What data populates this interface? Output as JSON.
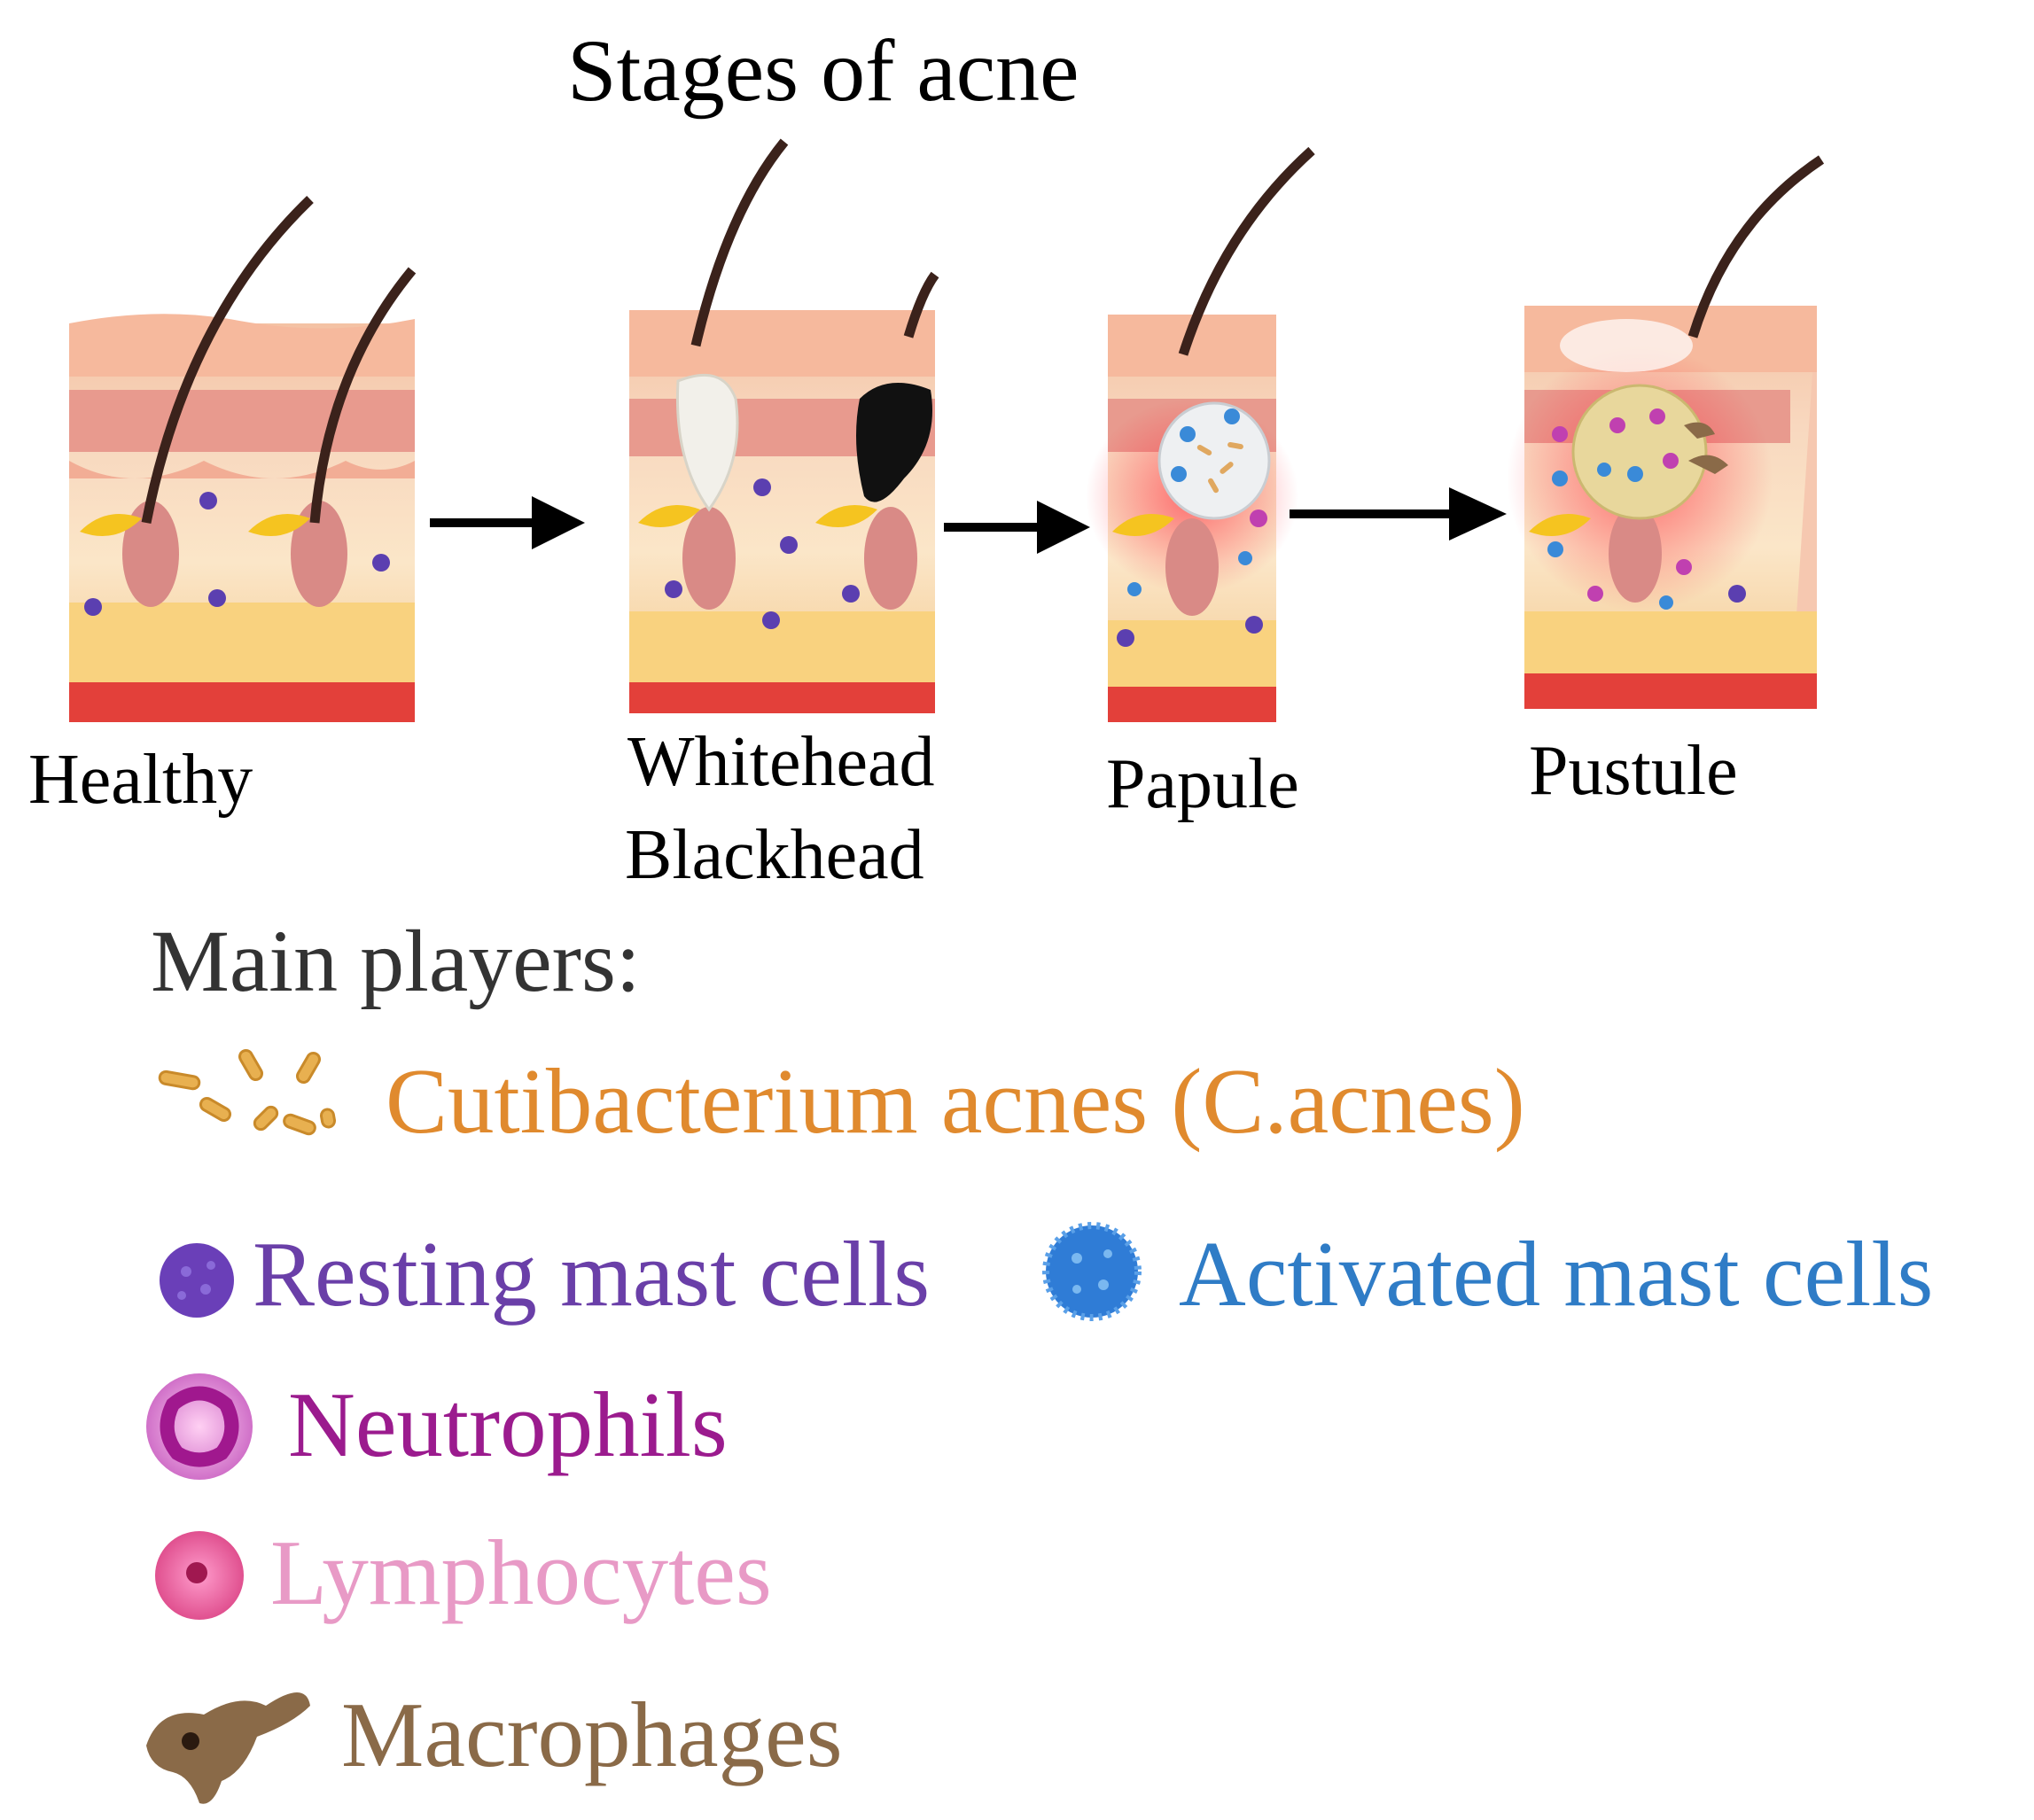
{
  "title": "Stages of acne",
  "stages": [
    {
      "label": "Healthy"
    },
    {
      "label": "Whitehead"
    },
    {
      "label": "Blackhead"
    },
    {
      "label": "Papule"
    },
    {
      "label": "Pustule"
    }
  ],
  "legend": {
    "heading": "Main players:",
    "items": [
      {
        "label": "Cutibacterium acnes (C.acnes)",
        "color": "#e08a2e",
        "icon": "bacteria-icon"
      },
      {
        "label": "Resting mast cells",
        "color": "#6a3fa8",
        "icon": "resting-mast-cell-icon"
      },
      {
        "label": "Activated mast cells",
        "color": "#2f7cc6",
        "icon": "activated-mast-cell-icon"
      },
      {
        "label": "Neutrophils",
        "color": "#9b1b8e",
        "icon": "neutrophil-icon"
      },
      {
        "label": "Lymphocytes",
        "color": "#e89ac6",
        "icon": "lymphocyte-icon"
      },
      {
        "label": "Macrophages",
        "color": "#8a6a48",
        "icon": "macrophage-icon"
      }
    ]
  }
}
